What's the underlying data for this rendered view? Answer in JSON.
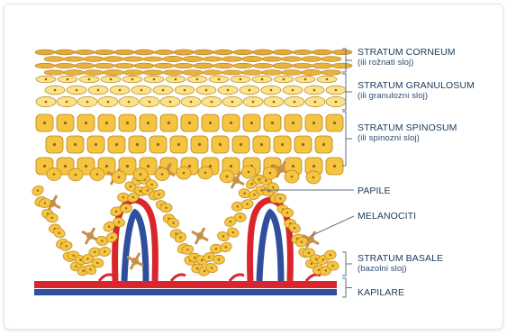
{
  "labels": {
    "corneum": {
      "title": "STRATUM CORNEUM",
      "sub": "(ili rožnati sloj)"
    },
    "granulosum": {
      "title": "STRATUM GRANULOSUM",
      "sub": "(ili granulozni sloj)"
    },
    "spinosum": {
      "title": "STRATUM SPINOSUM",
      "sub": "(ili spinozni sloj)"
    },
    "papile": {
      "title": "PAPILE"
    },
    "melanociti": {
      "title": "MELANOCITI"
    },
    "basale": {
      "title": "STRATUM BASALE",
      "sub": "(bazolni sloj)"
    },
    "kapilare": {
      "title": "KAPILARE"
    }
  },
  "colors": {
    "cell_fill": "#f5c542",
    "cell_stroke": "#b9861a",
    "nucleus": "#9a6412",
    "granulosum_fill": "#fbe38c",
    "corneum_fill": "#e9b23e",
    "melanocyte": "#c7904a",
    "artery": "#d8262c",
    "vein": "#2f4e9e",
    "label_text": "#1b3a5a",
    "connector": "#5a6f86"
  }
}
